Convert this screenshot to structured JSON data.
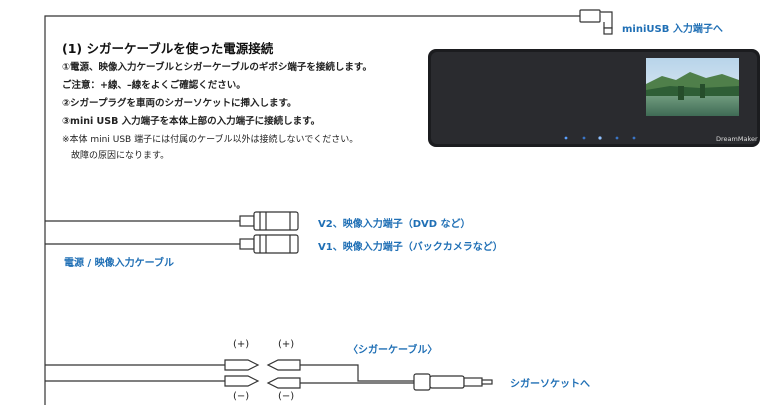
{
  "title": "(1) シガーケーブルを使った電源接続",
  "steps": [
    "①電源、映像入力ケーブルとシガーケーブルのギボシ端子を接続します。",
    "ご注意：+線、–線をよくご確認ください。",
    "②シガープラグを車両のシガーソケットに挿入します。",
    "③mini USB 入力端子を本体上部の入力端子に接続します。",
    "※本体 mini USB 端子には付属のケーブル以外は接続しないでください。",
    "　故障の原因になります。"
  ],
  "labels": {
    "miniusb": "miniUSB 入力端子へ",
    "v2": "V2、映像入力端子（DVD など）",
    "v1": "V1、映像入力端子（バックカメラなど）",
    "power_cable": "電源 / 映像入力ケーブル",
    "cigar_cable": "〈シガーケーブル〉",
    "cigar_socket": "シガーソケットへ"
  },
  "polarity": {
    "plus": "(+)",
    "minus": "(−)"
  },
  "device": {
    "brand": "DreamMaker"
  }
}
